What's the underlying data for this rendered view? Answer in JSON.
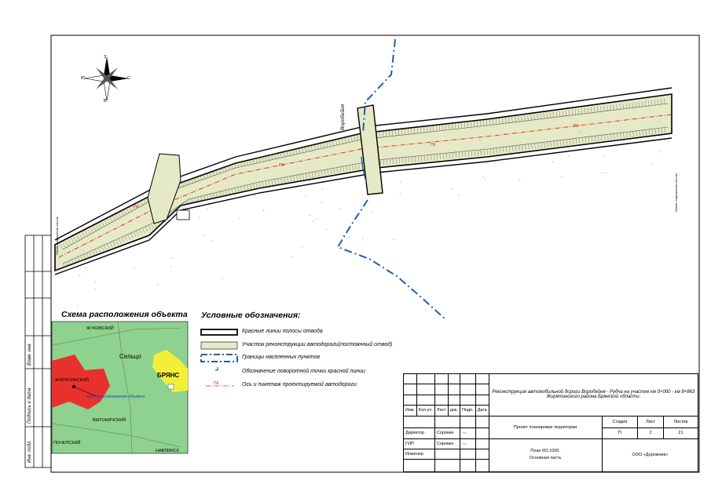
{
  "drawing": {
    "inset_title": "Схема расположения объекта",
    "legend": {
      "title": "Условные обозначения:",
      "items": [
        {
          "label": "Красные линии полосы отвода"
        },
        {
          "label": "Участок реконструкции автодороги(постоянный отвод)"
        },
        {
          "label": "Границы населенных пунктов"
        },
        {
          "label": "Обозначение поворотной точки красной линии"
        },
        {
          "label": "Ось и пикетаж проектируемой автодороги"
        }
      ]
    },
    "map_labels": {
      "road_name": "Воробейня",
      "compass_n": "З",
      "compass_s": "В",
      "compass_w": "Ю",
      "compass_e": "С",
      "right_edge_note": "Линия сопряжения листов"
    },
    "inset_labels": {
      "zhukovsky": "ЖУКОВСКИЙ",
      "selco": "Сельцо",
      "bryansk": "БРЯНС",
      "zhiryatinsky": "ЖИРЯТИНСКИЙ",
      "object_location": "месторасположения объекта",
      "vygonichsky": "ВЫГОНИЧСКИЙ",
      "pochepsky": "ПОЧЕПСКИЙ",
      "navlinsky": "НАВЛИНСК"
    },
    "title_block": {
      "project": "Реконструкция автомобильной дороги Воробейня - Рубча на участке км 0+000 - км 8+863 Жирятинского района Брянской области.",
      "col_izm": "Изм.",
      "col_kol": "Кол.уч.",
      "col_list": "Лист",
      "col_dok": "док.",
      "col_podp": "Подп.",
      "col_data": "Дата",
      "role1": "Директор",
      "name1": "Сорокин",
      "role2": "ГИП",
      "name2": "Сорокин",
      "role3": "Инженер",
      "doc_title": "Проект планировки территории",
      "stage_h": "Стадия",
      "sheet_h": "Лист",
      "sheets_h": "Листов",
      "stage": "П",
      "sheet": "2",
      "sheets": "21",
      "plan": "План М1:1000.",
      "part": "Основная часть",
      "org": "ООО «Дорожник»"
    },
    "side_strip": {
      "inv_podl": "Инв. подл.",
      "podpis": "Подпись и дата",
      "vzam": "Взам. инв."
    },
    "colors": {
      "road_fill": "#e6e9c6",
      "axis_red": "#e02020",
      "boundary_blue": "#1f5fa8",
      "inset_green": "#8fd18f",
      "inset_red": "#e8312d",
      "inset_yellow": "#f2ef3a"
    }
  }
}
